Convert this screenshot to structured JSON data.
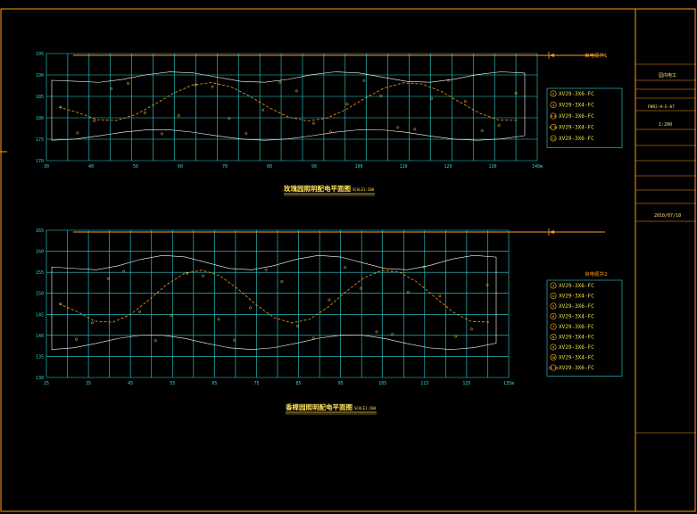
{
  "colors": {
    "frame": "#ff9a1a",
    "grid": "#2fd6d6",
    "site": "#ffffff",
    "annotation": "#ffd24a",
    "legend_text": "#e8e050",
    "legend_circle": "#ff9a1a",
    "title": "#ffe35a"
  },
  "title_block": {
    "project_value": "园内电工",
    "drawing_no": "P0R2-H-E-07",
    "scale": "1:200",
    "date": "2010/07/10"
  },
  "plan_top": {
    "title": "玫瑰园照明配电平面图",
    "scale_label": "SCALE1:200",
    "y_ticks": [
      "195",
      "190",
      "185",
      "180",
      "175",
      "170"
    ],
    "x_ticks": [
      "30",
      "40",
      "50",
      "60",
      "70",
      "80",
      "90",
      "100",
      "110",
      "120",
      "130",
      "140m"
    ],
    "source_label": "自电缆井1",
    "legend": [
      {
        "num": "2",
        "code": "XV29-3X6-FC"
      },
      {
        "num": "3",
        "code": "XV29-3X4-FC"
      },
      {
        "num": "4-8",
        "code": "XV29-3X6-FC"
      },
      {
        "num": "9-10",
        "code": "XV29-3X4-FC"
      },
      {
        "num": "11",
        "code": "XV29-3X6-FC"
      }
    ]
  },
  "plan_bottom": {
    "title": "香樟园照明配电平面图",
    "scale_label": "SCALE1:200",
    "y_ticks": [
      "165",
      "160",
      "155",
      "150",
      "145",
      "140",
      "135",
      "130"
    ],
    "x_ticks": [
      "25",
      "35",
      "45",
      "55",
      "65",
      "75",
      "85",
      "95",
      "105",
      "115",
      "125",
      "135m"
    ],
    "source_label": "自电缆井2",
    "legend": [
      {
        "num": "3",
        "code": "XV29-3X6-FC"
      },
      {
        "num": "4",
        "code": "XV29-3X4-FC"
      },
      {
        "num": "5",
        "code": "XV29-3X6-FC"
      },
      {
        "num": "6",
        "code": "XV29-3X4-FC"
      },
      {
        "num": "7",
        "code": "XV29-3X6-FC"
      },
      {
        "num": "8",
        "code": "XV29-3X4-FC"
      },
      {
        "num": "9",
        "code": "XV29-3X6-FC"
      },
      {
        "num": "10",
        "code": "XV29-3X4-FC"
      },
      {
        "num": "11-13",
        "code": "XV29-3X6-FC"
      }
    ]
  }
}
